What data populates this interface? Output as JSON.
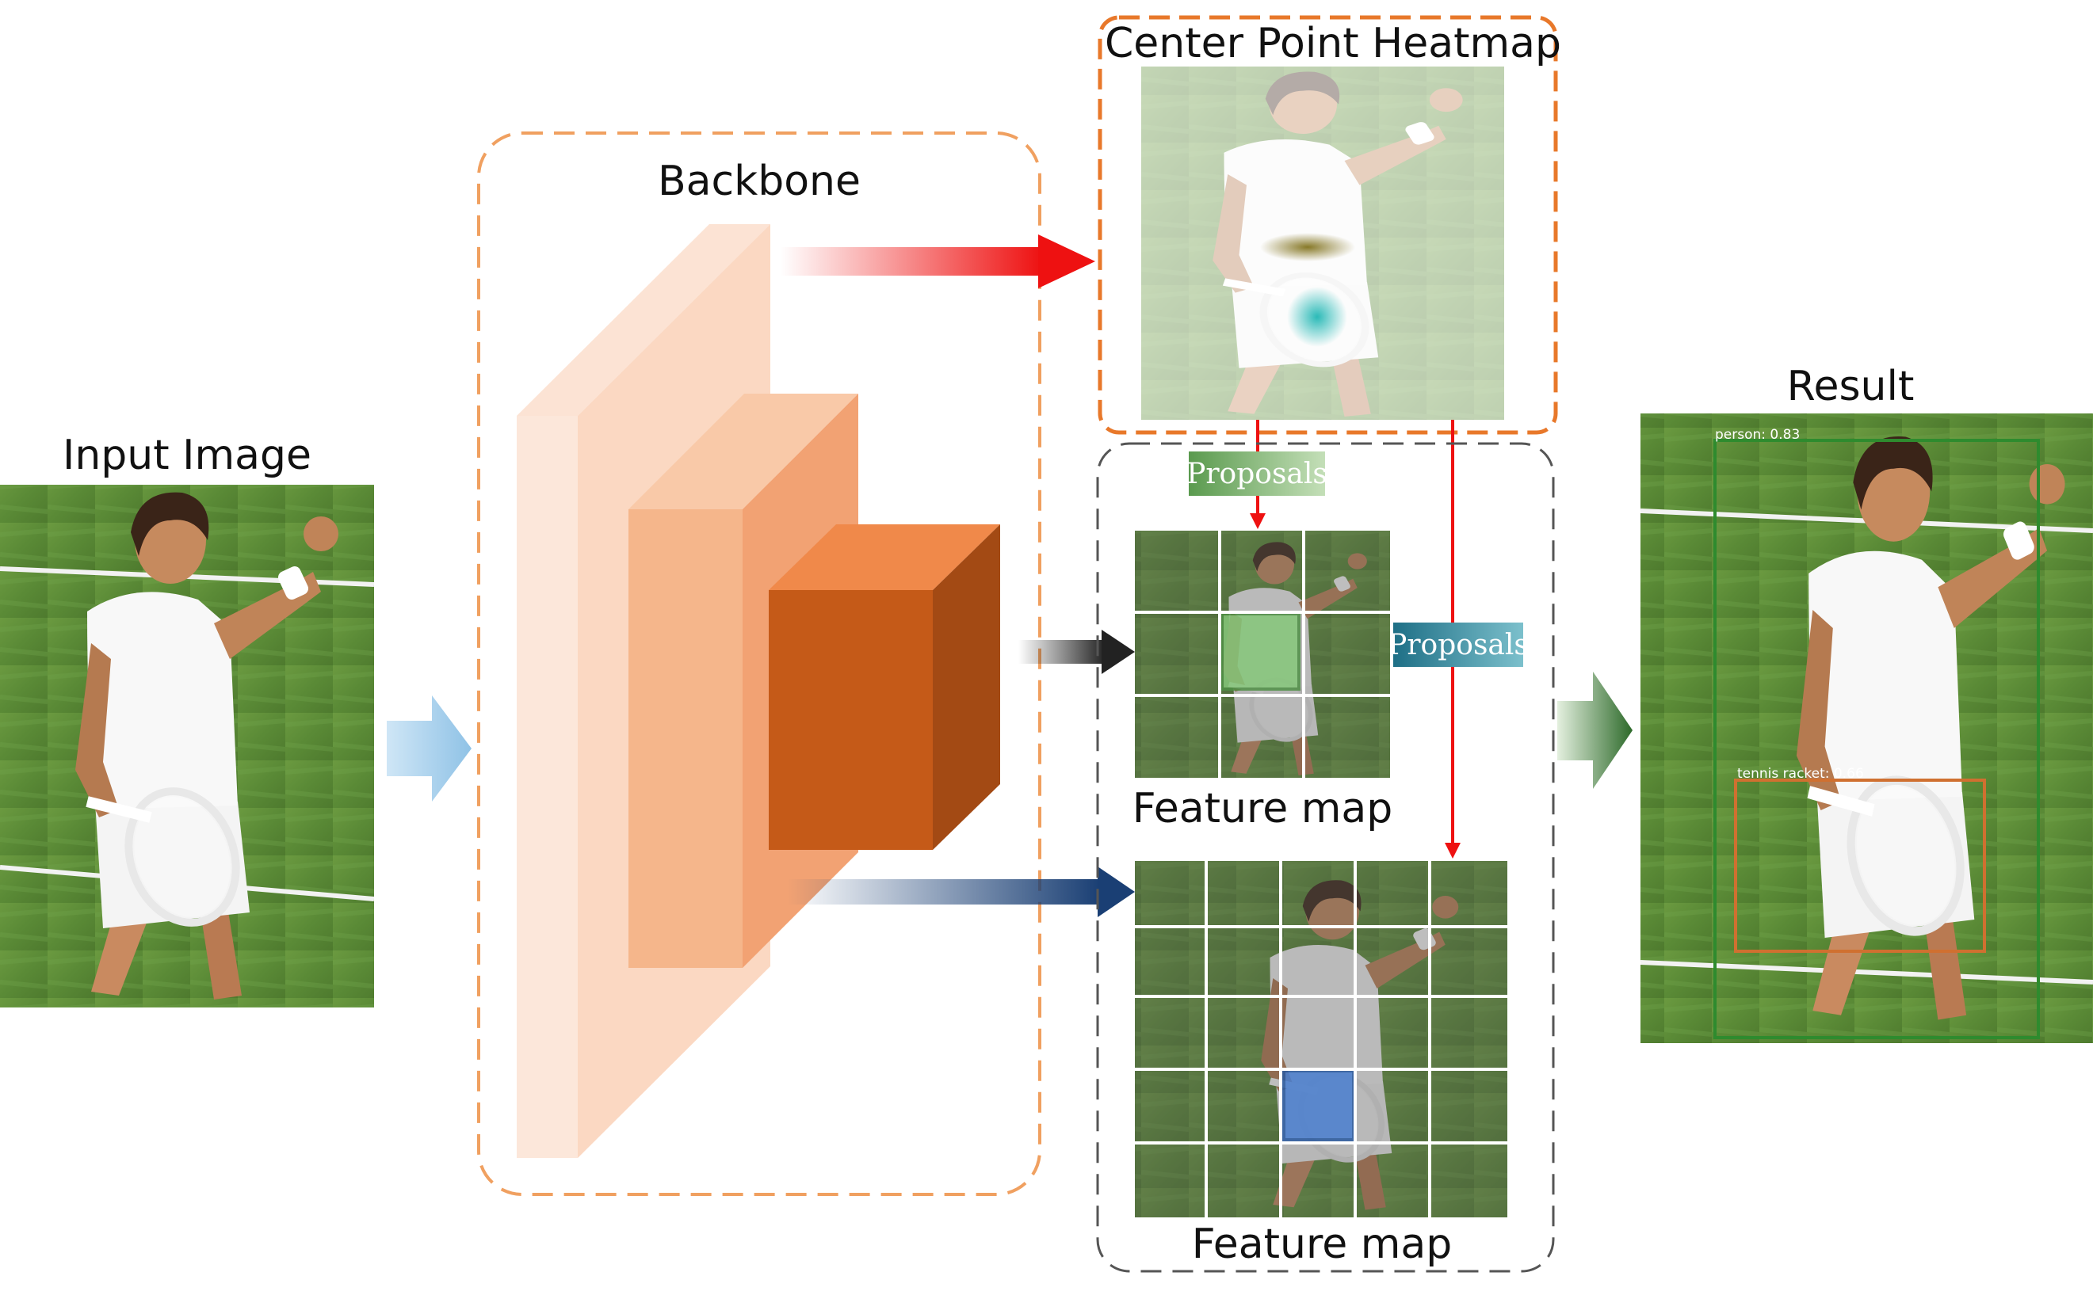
{
  "labels": {
    "input": "Input Image",
    "backbone": "Backbone",
    "heatmap": "Center Point Heatmap",
    "result": "Result",
    "feature_map_1": "Feature map",
    "feature_map_2": "Feature map",
    "proposals_1": "Proposals",
    "proposals_2": "Proposals"
  },
  "detections": [
    {
      "label": "person: 0.83",
      "color": "#2e8b2e"
    },
    {
      "label": "tennis racket: 0.66",
      "color": "#d07030"
    }
  ],
  "colors": {
    "backbone_border": "#f0a060",
    "heatmap_border": "#e8782a",
    "feature_border": "#555555",
    "arrow_red": "#ee1111",
    "arrow_black": "#222222",
    "arrow_blue": "#1a3f74",
    "input_arrow": "#9ccbea",
    "output_arrow": "#2d6a2a",
    "proposals_green": "#7bb470",
    "proposals_teal": "#1e7a8c",
    "grass": "#5f8d38"
  }
}
